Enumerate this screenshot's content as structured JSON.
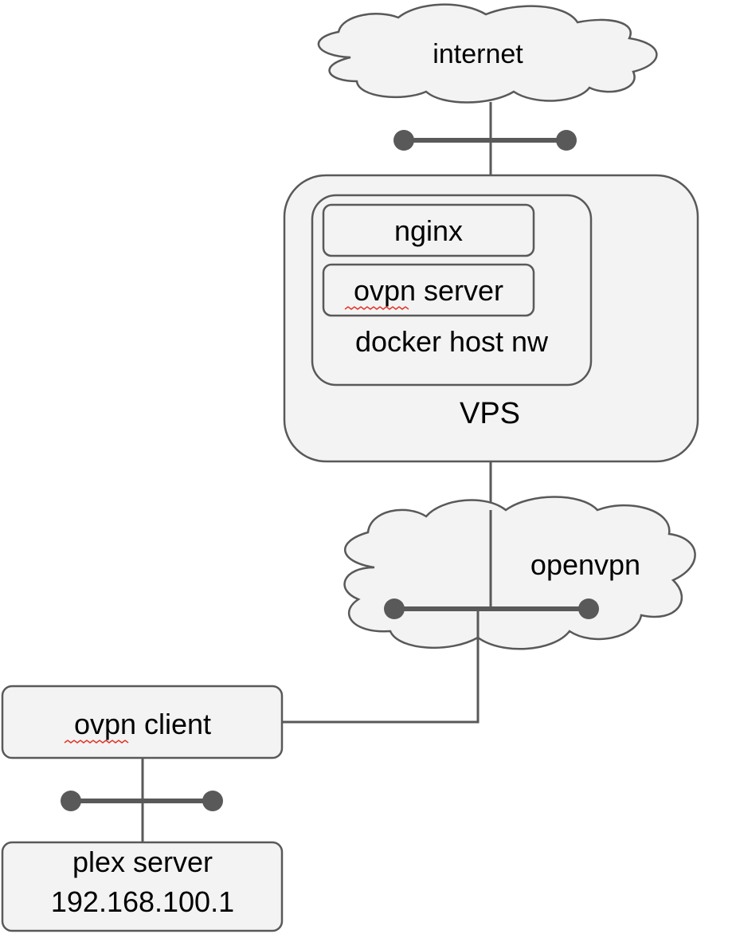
{
  "nodes": {
    "internet": {
      "label": "internet",
      "shape": "cloud"
    },
    "vps": {
      "label": "VPS"
    },
    "docker_host": {
      "label": "docker host nw"
    },
    "nginx": {
      "label": "nginx"
    },
    "ovpn_server": {
      "label": "ovpn server",
      "spellcheck_underline": "ovpn"
    },
    "openvpn": {
      "label": "openvpn",
      "shape": "cloud"
    },
    "ovpn_client": {
      "label": "ovpn client",
      "spellcheck_underline": "ovpn"
    },
    "plex_server": {
      "label_line1": "plex server",
      "label_line2": "192.168.100.1"
    }
  },
  "icons": {
    "network_segment": "network-bus-icon",
    "spellcheck": "spellcheck-underline-icon"
  },
  "colors": {
    "box_fill": "#f3f3f3",
    "box_stroke": "#595959",
    "line": "#595959",
    "dot": "#595959",
    "spellcheck": "#e0352b",
    "text": "#000000"
  }
}
